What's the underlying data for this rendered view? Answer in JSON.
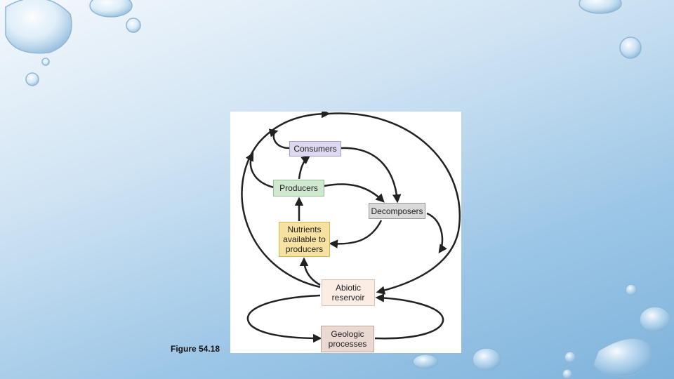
{
  "diagram": {
    "nodes": {
      "consumers": "Consumers",
      "producers": "Producers",
      "decomposers": "Decomposers",
      "nutrients": "Nutrients available to producers",
      "abiotic": "Abiotic reservoir",
      "geologic": "Geologic processes"
    },
    "figure_label": "Figure 54.18"
  }
}
